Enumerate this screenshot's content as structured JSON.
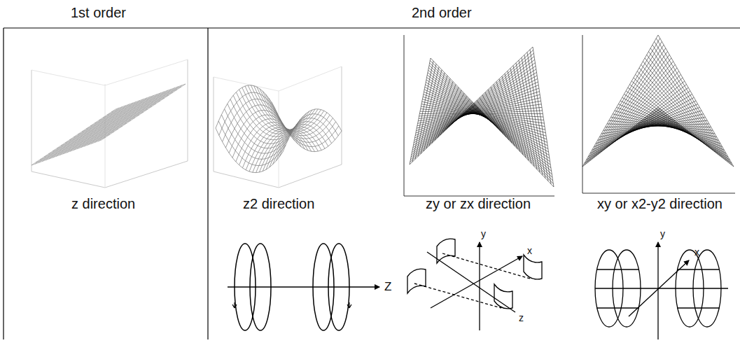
{
  "diagram": {
    "nodes": [
      {
        "text": [
          "1st order"
        ]
      },
      {
        "text": [
          "2nd order"
        ]
      }
    ],
    "labels": [
      "z direction",
      "z2 direction",
      "zy or zx direction",
      "xy or x2-y2 direction",
      "Z",
      "y",
      "x",
      "z",
      "y",
      "x"
    ]
  }
}
